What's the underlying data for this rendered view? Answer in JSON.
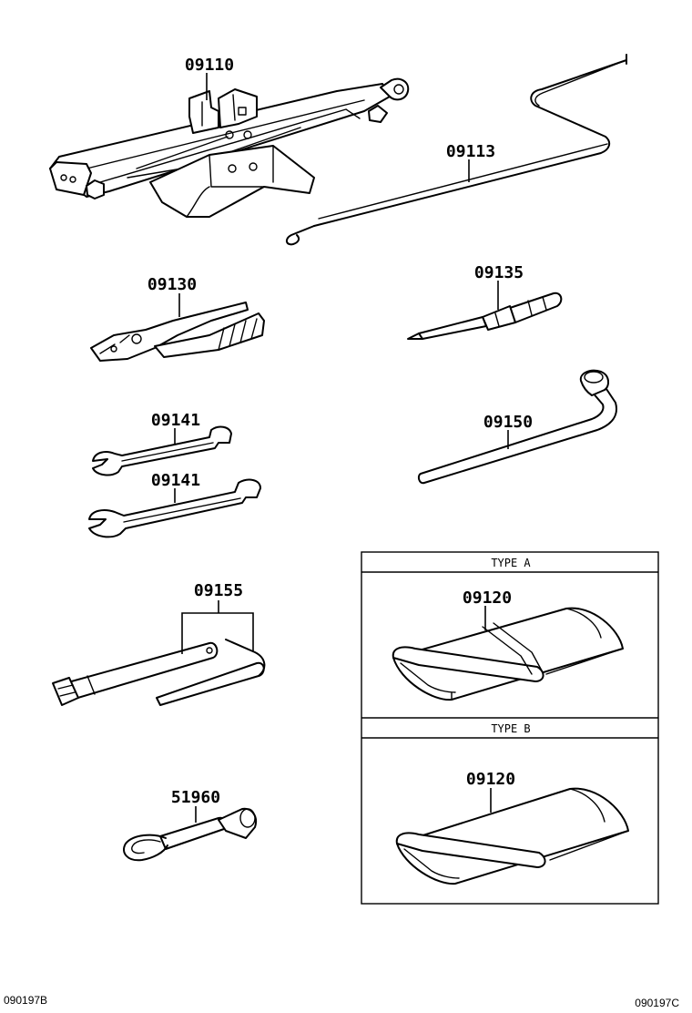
{
  "parts": {
    "jack": "09110",
    "jack_handle": "09113",
    "pliers": "09130",
    "screwdriver": "09135",
    "wrench_small": "09141",
    "wrench_large": "09141",
    "wheel_nut_wrench": "09150",
    "plug_wrench_set": "09155",
    "towing_eye": "51960",
    "tool_bag_type_a": "09120",
    "tool_bag_type_b": "09120"
  },
  "variants": {
    "type_a": "TYPE A",
    "type_b": "TYPE B"
  },
  "illustration_codes": {
    "left": "090197B",
    "right": "090197C"
  }
}
